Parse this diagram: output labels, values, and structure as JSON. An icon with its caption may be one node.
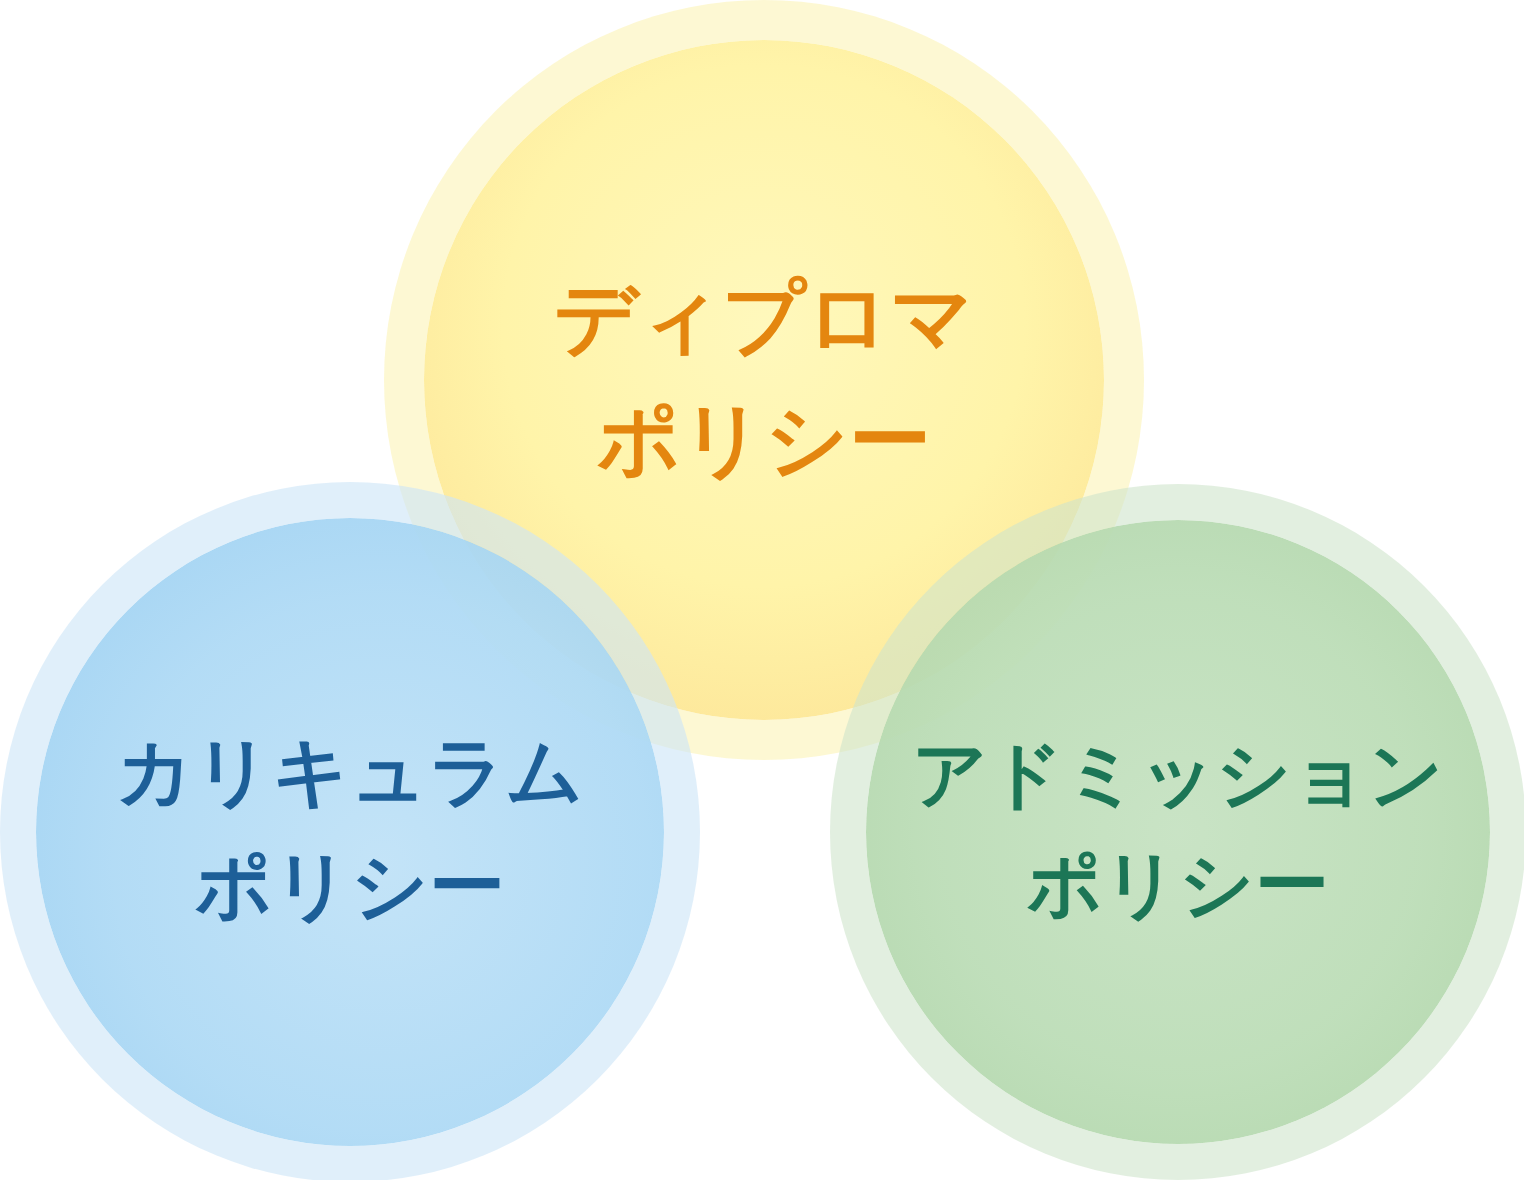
{
  "diagram": {
    "nodes": [
      {
        "text": [
          "ディプロマポリシー"
        ]
      },
      {
        "text": [
          "カリキュラムポリシー"
        ]
      },
      {
        "text": [
          "アドミッションポリシー"
        ]
      }
    ]
  }
}
